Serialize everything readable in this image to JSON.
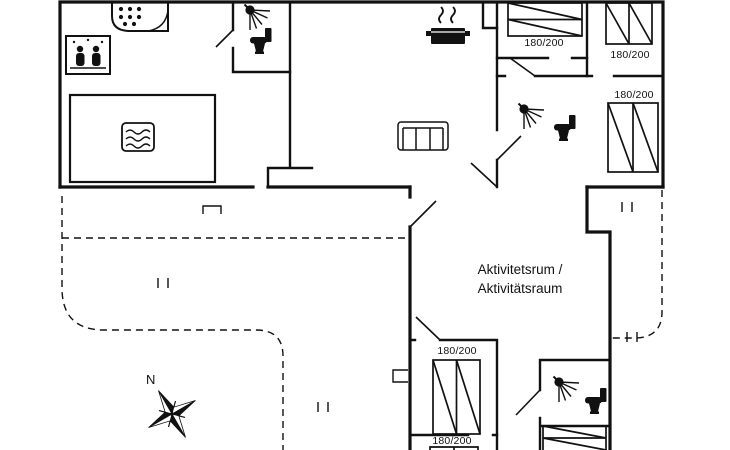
{
  "plan": {
    "background_color": "#ffffff",
    "line_color": "#111111",
    "compass": {
      "label": "N"
    },
    "activity_room": {
      "line1": "Aktivitetsrum /",
      "line2": "Aktivitätsraum"
    },
    "beds": [
      {
        "id": "bed-top-middle",
        "size_label": "180/200"
      },
      {
        "id": "bed-top-right",
        "size_label": "180/200"
      },
      {
        "id": "bed-right",
        "size_label": "180/200"
      },
      {
        "id": "bed-bottom-upper",
        "size_label": "180/200"
      },
      {
        "id": "bed-bottom-lower",
        "size_label": "180/200"
      }
    ],
    "icons": [
      "hot-tub-icon",
      "sauna-icon",
      "pool-icon",
      "shower-icon",
      "toilet-icon",
      "cooking-pot-icon",
      "sofa-icon",
      "bed-icon",
      "compass-rose-icon"
    ]
  }
}
